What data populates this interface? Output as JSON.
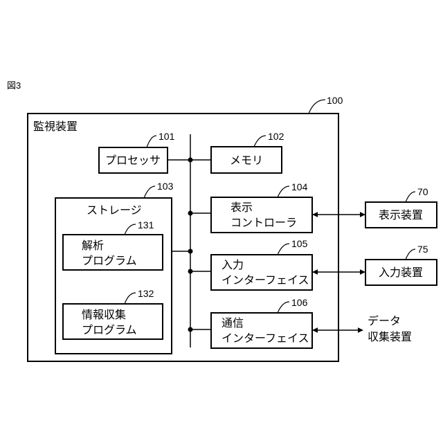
{
  "figure_label": "図3",
  "device": {
    "ref": "100",
    "label": "監視装置"
  },
  "processor": {
    "ref": "101",
    "label": "プロセッサ"
  },
  "memory": {
    "ref": "102",
    "label": "メモリ"
  },
  "storage": {
    "ref": "103",
    "label": "ストレージ"
  },
  "analysis_program": {
    "ref": "131",
    "line1": "解析",
    "line2": "プログラム"
  },
  "info_program": {
    "ref": "132",
    "line1": "情報収集",
    "line2": "プログラム"
  },
  "display_controller": {
    "ref": "104",
    "line1": "表示",
    "line2": "コントローラ"
  },
  "input_interface": {
    "ref": "105",
    "line1": "入力",
    "line2": "インターフェイス"
  },
  "comm_interface": {
    "ref": "106",
    "line1": "通信",
    "line2": "インターフェイス"
  },
  "display_device": {
    "ref": "70",
    "label": "表示装置"
  },
  "input_device": {
    "ref": "75",
    "label": "入力装置"
  },
  "data_collector": {
    "line1": "データ",
    "line2": "収集装置"
  }
}
